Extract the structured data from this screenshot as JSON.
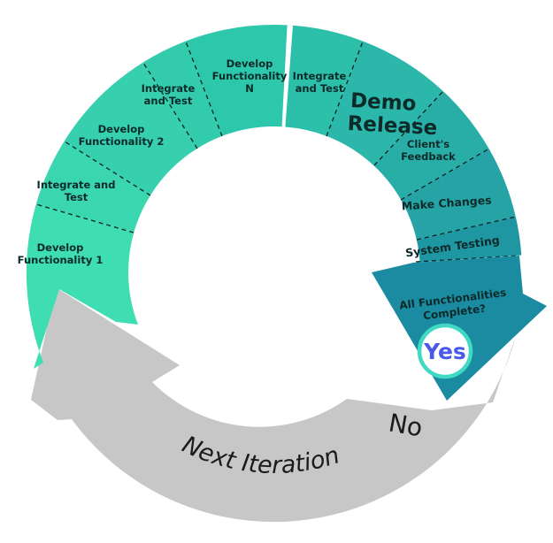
{
  "background": "#ffffff",
  "ring": {
    "label_color": "#0d2a2a",
    "divider_color": "#0a2424",
    "segments": [
      {
        "name": "develop-functionality-1",
        "color": "#3EDDB2",
        "lines": [
          "Develop",
          "Functionality 1"
        ]
      },
      {
        "name": "integrate-and-test-1",
        "color": "#3AD6AF",
        "lines": [
          "Integrate and",
          "Test"
        ]
      },
      {
        "name": "develop-functionality-2",
        "color": "#36D0AE",
        "lines": [
          "Develop",
          "Functionality 2"
        ]
      },
      {
        "name": "integrate-and-test-2",
        "color": "#32CBAC",
        "lines": [
          "Integrate",
          "and Test"
        ]
      },
      {
        "name": "develop-functionality-n",
        "color": "#2DC7AB",
        "lines": [
          "Develop",
          "Functionality",
          "N"
        ]
      },
      {
        "name": "integrate-and-test-3",
        "color": "#2CC0AA",
        "lines": [
          "Integrate",
          "and Test"
        ]
      },
      {
        "name": "demo-release",
        "color": "#2BB7AA",
        "lines": [
          "Demo",
          "Release"
        ]
      },
      {
        "name": "clients-feedback",
        "color": "#29ADA7",
        "lines": [
          "Client's",
          "Feedback"
        ]
      },
      {
        "name": "make-changes",
        "color": "#26A4A5",
        "lines": [
          "Make Changes"
        ]
      },
      {
        "name": "system-testing",
        "color": "#1F97A2",
        "lines": [
          "System Testing"
        ]
      }
    ]
  },
  "decision": {
    "arrow_color": "#1A8BA0",
    "question_lines": [
      "All Functionalities",
      "Complete?"
    ],
    "yes_label": "Yes",
    "yes_text_color": "#4A5AE8",
    "yes_ring_color": "#3FD9C4",
    "no_label": "No"
  },
  "return_arrow": {
    "color": "#C7C7C7",
    "label": "Next  Iteration"
  }
}
